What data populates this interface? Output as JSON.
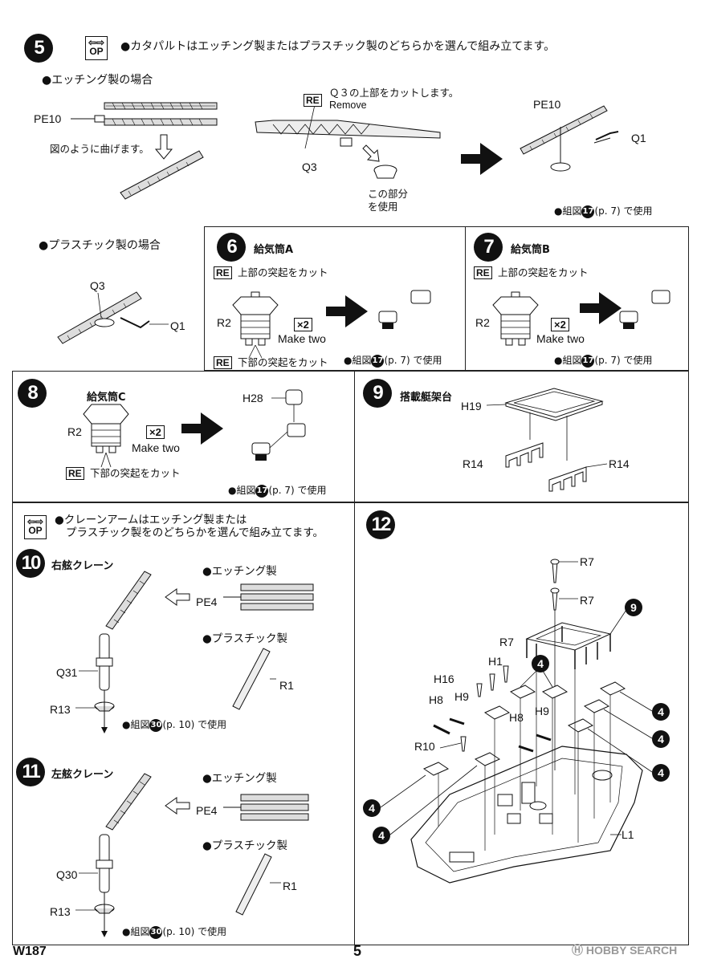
{
  "step5": {
    "num": "5",
    "op": "OP",
    "instruction": "●カタパルトはエッチング製またはプラスチック製のどちらかを選んで組み立てます。",
    "etched_title": "●エッチング製の場合",
    "pe10": "PE10",
    "bend_note": "図のように曲げます。",
    "re": "RE",
    "q3_cut": "Ｑ３の上部をカットします。",
    "remove": "Remove",
    "q3": "Q3",
    "use_part_1": "この部分",
    "use_part_2": "を使用",
    "pe10_b": "PE10",
    "q1": "Q1",
    "ref_pre": "●組図",
    "ref_num": "17",
    "ref_post": "(p. 7) で使用",
    "plastic_title": "●プラスチック製の場合",
    "q3_b": "Q3",
    "q1_b": "Q1"
  },
  "step6": {
    "num": "6",
    "title": "給気筒A",
    "re": "RE",
    "top_cut": "上部の突起をカット",
    "part": "R2",
    "qty": "×2",
    "make_two": "Make two",
    "bottom_cut": "下部の突起をカット",
    "ref_pre": "●組図",
    "ref_num": "17",
    "ref_post": "(p. 7) で使用"
  },
  "step7": {
    "num": "7",
    "title": "給気筒B",
    "re": "RE",
    "top_cut": "上部の突起をカット",
    "part": "R2",
    "qty": "×2",
    "make_two": "Make two",
    "ref_pre": "●組図",
    "ref_num": "17",
    "ref_post": "(p. 7) で使用"
  },
  "step8": {
    "num": "8",
    "title": "給気筒C",
    "part": "R2",
    "qty": "×2",
    "make_two": "Make two",
    "re": "RE",
    "bottom_cut": "下部の突起をカット",
    "h28": "H28",
    "ref_pre": "●組図",
    "ref_num": "17",
    "ref_post": "(p. 7) で使用"
  },
  "step9": {
    "num": "9",
    "title": "搭載艇架台",
    "h19": "H19",
    "r14a": "R14",
    "r14b": "R14"
  },
  "crane_note": {
    "op": "OP",
    "line1": "●クレーンアームはエッチング製または",
    "line2": "プラスチック製をのどちらかを選んで組み立てます。"
  },
  "step10": {
    "num": "10",
    "title": "右舷クレーン",
    "etched": "●エッチング製",
    "pe4": "PE4",
    "plastic": "●プラスチック製",
    "r1": "R1",
    "q31": "Q31",
    "r13": "R13",
    "ref_pre": "●組図",
    "ref_num": "30",
    "ref_post": "(p. 10) で使用"
  },
  "step11": {
    "num": "11",
    "title": "左舷クレーン",
    "etched": "●エッチング製",
    "pe4": "PE4",
    "plastic": "●プラスチック製",
    "r1": "R1",
    "q30": "Q30",
    "r13": "R13",
    "ref_pre": "●組図",
    "ref_num": "30",
    "ref_post": "(p. 10) で使用"
  },
  "step12": {
    "num": "12",
    "r7a": "R7",
    "r7b": "R7",
    "r7c": "R7",
    "h1": "H1",
    "h16": "H16",
    "h9a": "H9",
    "h8a": "H8",
    "h8b": "H8",
    "h9b": "H9",
    "r10": "R10",
    "l1": "L1",
    "sub9": "9",
    "sub4": "4"
  },
  "footer": {
    "code": "W187",
    "page": "5",
    "watermark": "HOBBY SEARCH"
  }
}
